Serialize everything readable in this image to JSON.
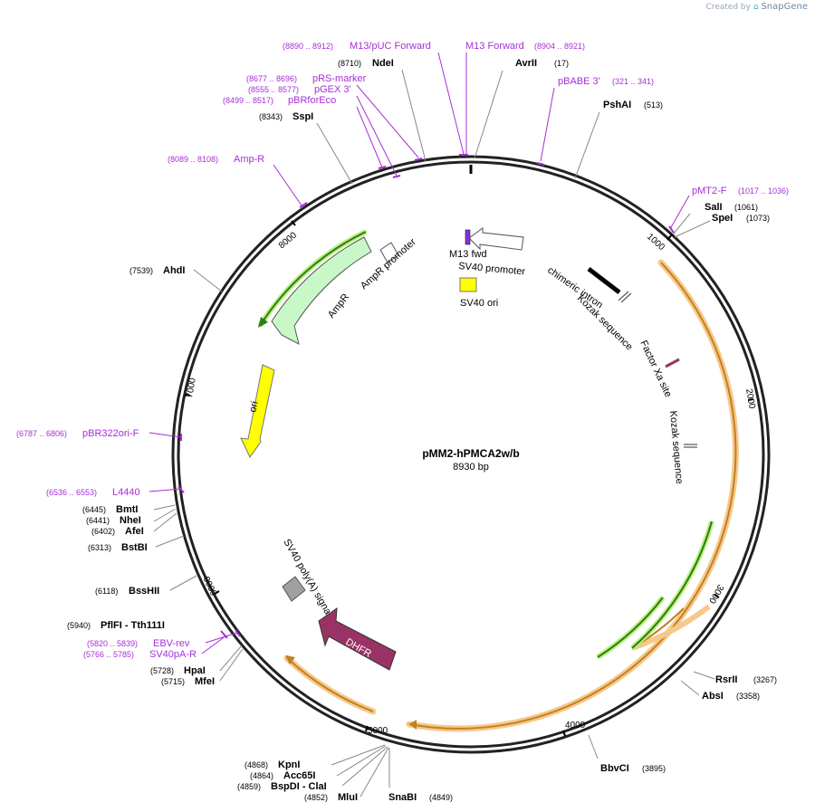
{
  "branding": {
    "created_by": "Created by",
    "logo": "SnapGene"
  },
  "plasmid": {
    "name": "pMM2-hPMCA2w/b",
    "length": "8930 bp"
  },
  "ticks": [
    "1000",
    "2000",
    "3000",
    "4000",
    "5000",
    "6000",
    "7000",
    "8000"
  ],
  "primers": [
    {
      "id": "m13puc",
      "label": "M13/pUC Forward",
      "coords": "(8890 .. 8912)"
    },
    {
      "id": "m13fwd",
      "label": "M13 Forward",
      "coords": "(8904 .. 8921)"
    },
    {
      "id": "pbabe",
      "label": "pBABE 3'",
      "coords": "(321 .. 341)"
    },
    {
      "id": "prs",
      "label": "pRS-marker",
      "coords": "(8677 .. 8696)"
    },
    {
      "id": "pgex",
      "label": "pGEX 3'",
      "coords": "(8555 .. 8577)"
    },
    {
      "id": "pbrforeco",
      "label": "pBRforEco",
      "coords": "(8499 .. 8517)"
    },
    {
      "id": "ampr",
      "label": "Amp-R",
      "coords": "(8089 .. 8108)"
    },
    {
      "id": "pmt2f",
      "label": "pMT2-F",
      "coords": "(1017 .. 1036)"
    },
    {
      "id": "pbr322",
      "label": "pBR322ori-F",
      "coords": "(6787 .. 6806)"
    },
    {
      "id": "l4440",
      "label": "L4440",
      "coords": "(6536 .. 6553)"
    },
    {
      "id": "ebvrev",
      "label": "EBV-rev",
      "coords": "(5820 .. 5839)"
    },
    {
      "id": "sv40pa",
      "label": "SV40pA-R",
      "coords": "(5766 .. 5785)"
    }
  ],
  "enzymes": [
    {
      "id": "ndei",
      "label": "NdeI",
      "coords": "(8710)"
    },
    {
      "id": "avrii",
      "label": "AvrII",
      "coords": "(17)"
    },
    {
      "id": "pshai",
      "label": "PshAI",
      "coords": "(513)"
    },
    {
      "id": "sspi",
      "label": "SspI",
      "coords": "(8343)"
    },
    {
      "id": "sali",
      "label": "SalI",
      "coords": "(1061)"
    },
    {
      "id": "spei",
      "label": "SpeI",
      "coords": "(1073)"
    },
    {
      "id": "ahdi",
      "label": "AhdI",
      "coords": "(7539)"
    },
    {
      "id": "bmti",
      "label": "BmtI",
      "coords": "(6445)"
    },
    {
      "id": "nhei",
      "label": "NheI",
      "coords": "(6441)"
    },
    {
      "id": "afei",
      "label": "AfeI",
      "coords": "(6402)"
    },
    {
      "id": "bstbi",
      "label": "BstBI",
      "coords": "(6313)"
    },
    {
      "id": "psshii",
      "label": "BssHII",
      "coords": "(6118)"
    },
    {
      "id": "pflfi",
      "label": "PflFI - Tth111I",
      "coords": "(5940)"
    },
    {
      "id": "hpai",
      "label": "HpaI",
      "coords": "(5728)"
    },
    {
      "id": "mfei",
      "label": "MfeI",
      "coords": "(5715)"
    },
    {
      "id": "rsrii",
      "label": "RsrII",
      "coords": "(3267)"
    },
    {
      "id": "absi",
      "label": "AbsI",
      "coords": "(3358)"
    },
    {
      "id": "bbvci",
      "label": "BbvCI",
      "coords": "(3895)"
    },
    {
      "id": "kpni",
      "label": "KpnI",
      "coords": "(4868)"
    },
    {
      "id": "acc65i",
      "label": "Acc65I",
      "coords": "(4864)"
    },
    {
      "id": "bspdi",
      "label": "BspDI - ClaI",
      "coords": "(4859)"
    },
    {
      "id": "mlui",
      "label": "MluI",
      "coords": "(4852)"
    },
    {
      "id": "snabi",
      "label": "SnaBI",
      "coords": "(4849)"
    }
  ],
  "features": {
    "m13fwd": "M13 fwd",
    "sv40promoter": "SV40 promoter",
    "sv40ori": "SV40 ori",
    "amprpromoter": "AmpR promoter",
    "ampr": "AmpR",
    "ori": "ori",
    "chimeric": "chimeric intron",
    "kozak1": "Kozak sequence",
    "factorxa": "Factor Xa site",
    "kozak2": "Kozak sequence",
    "sv40polya": "SV40 poly(A) signal",
    "dhfr": "DHFR"
  },
  "colors": {
    "backbone": "#222222",
    "primer": "#a72ed8",
    "ampr": "#c8f7c8",
    "ori": "#ffff00",
    "dhfr": "#993366",
    "orf_orange": "#f5c98a",
    "orf_green": "#b9f07f",
    "sv40ori": "#ffff00",
    "polya": "#a0a0a0"
  }
}
